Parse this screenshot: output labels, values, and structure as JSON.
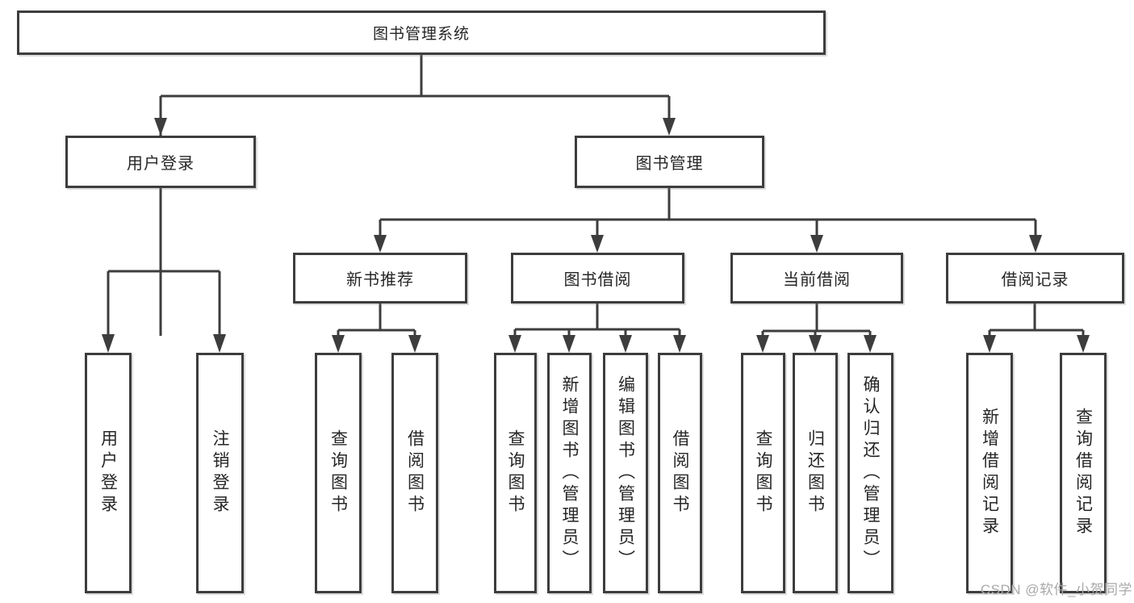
{
  "diagram": {
    "root_label": "图书管理系统",
    "user": {
      "label": "用户登录",
      "leaves": [
        "用户登录",
        "注销登录"
      ]
    },
    "books": {
      "label": "图书管理",
      "sections": [
        {
          "label": "新书推荐",
          "leaves": [
            "查询图书",
            "借阅图书"
          ]
        },
        {
          "label": "图书借阅",
          "leaves": [
            "查询图书",
            "新增图书（管理员）",
            "编辑图书（管理员）",
            "借阅图书"
          ]
        },
        {
          "label": "当前借阅",
          "leaves": [
            "查询图书",
            "归还图书",
            "确认归还（管理员）"
          ]
        },
        {
          "label": "借阅记录",
          "leaves": [
            "新增借阅记录",
            "查询借阅记录"
          ]
        }
      ]
    }
  },
  "watermark": {
    "text": "CSDN @软件_小贺同学"
  },
  "colors": {
    "line": "#3d3d3d",
    "box_border": "#3d3d3d",
    "text": "#262626",
    "watermark": "#a9a9a9",
    "background": "#ffffff"
  }
}
